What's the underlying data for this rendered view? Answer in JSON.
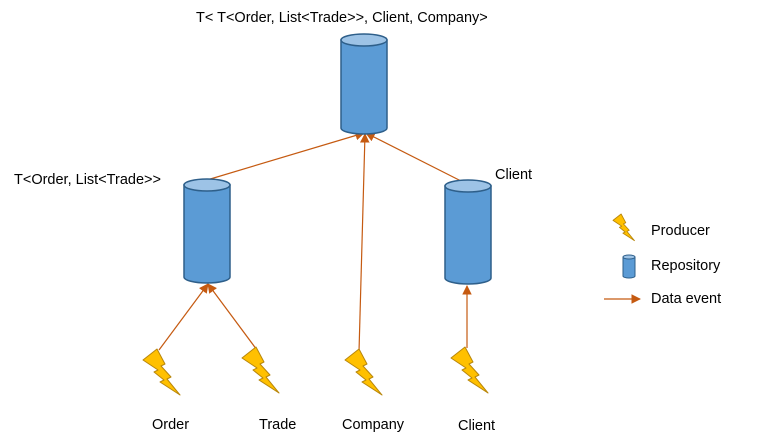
{
  "repositories": {
    "top": {
      "label": "T< T<Order, List<Trade>>, Client, Company>"
    },
    "left": {
      "label": "T<Order, List<Trade>>"
    },
    "right": {
      "label": "Client"
    }
  },
  "producers": {
    "order": {
      "label": "Order"
    },
    "trade": {
      "label": "Trade"
    },
    "company": {
      "label": "Company"
    },
    "client": {
      "label": "Client"
    }
  },
  "legend": {
    "producer": "Producer",
    "repository": "Repository",
    "data_event": "Data event"
  },
  "colors": {
    "repository_fill": "#5b9bd5",
    "repository_top": "#9dc3e6",
    "repository_stroke": "#2e5f8a",
    "producer_fill": "#ffc000",
    "producer_stroke": "#b8860b",
    "arrow": "#c55a11"
  },
  "icons": {
    "producer": "lightning-bolt-icon",
    "repository": "cylinder-icon",
    "data_event": "arrow-icon"
  }
}
